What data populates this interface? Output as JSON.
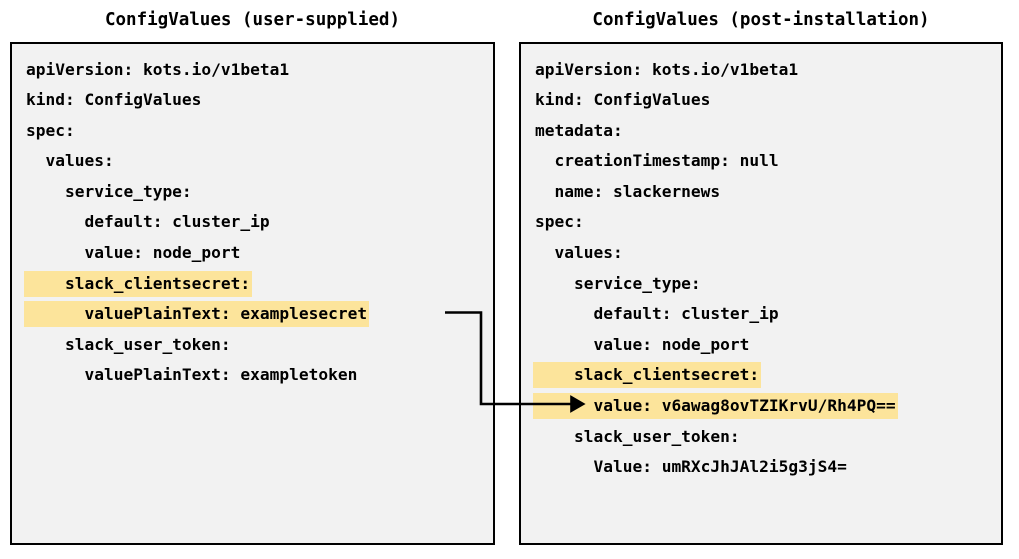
{
  "panels": {
    "left": {
      "title": "ConfigValues (user-supplied)",
      "lines": [
        {
          "text": "apiVersion: kots.io/v1beta1",
          "highlight": false
        },
        {
          "text": "kind: ConfigValues",
          "highlight": false
        },
        {
          "text": "spec:",
          "highlight": false
        },
        {
          "text": "  values:",
          "highlight": false
        },
        {
          "text": "    service_type:",
          "highlight": false
        },
        {
          "text": "      default: cluster_ip",
          "highlight": false
        },
        {
          "text": "      value: node_port",
          "highlight": false
        },
        {
          "text": "    slack_clientsecret:",
          "highlight": true
        },
        {
          "text": "      valuePlainText: examplesecret",
          "highlight": true
        },
        {
          "text": "    slack_user_token:",
          "highlight": false
        },
        {
          "text": "      valuePlainText: exampletoken",
          "highlight": false
        }
      ]
    },
    "right": {
      "title": "ConfigValues (post-installation)",
      "lines": [
        {
          "text": "apiVersion: kots.io/v1beta1",
          "highlight": false
        },
        {
          "text": "kind: ConfigValues",
          "highlight": false
        },
        {
          "text": "metadata:",
          "highlight": false
        },
        {
          "text": "  creationTimestamp: null",
          "highlight": false
        },
        {
          "text": "  name: slackernews",
          "highlight": false
        },
        {
          "text": "spec:",
          "highlight": false
        },
        {
          "text": "  values:",
          "highlight": false
        },
        {
          "text": "    service_type:",
          "highlight": false
        },
        {
          "text": "      default: cluster_ip",
          "highlight": false
        },
        {
          "text": "      value: node_port",
          "highlight": false
        },
        {
          "text": "    slack_clientsecret:",
          "highlight": true
        },
        {
          "text": "      value: v6awag8ovTZIKrvU/Rh4PQ==",
          "highlight": true
        },
        {
          "text": "    slack_user_token:",
          "highlight": false
        },
        {
          "text": "      Value: umRXcJhJAl2i5g3jS4=",
          "highlight": false
        }
      ]
    }
  },
  "connector": {
    "label": "secret-transform-arrow",
    "from_line": "      valuePlainText: examplesecret",
    "to_line": "      value: v6awag8ovTZIKrvU/Rh4PQ=="
  },
  "colors": {
    "highlight": "#fce49b",
    "panel_background": "#f2f2f2",
    "border": "#000000",
    "text": "#000000",
    "page_background": "#ffffff"
  }
}
